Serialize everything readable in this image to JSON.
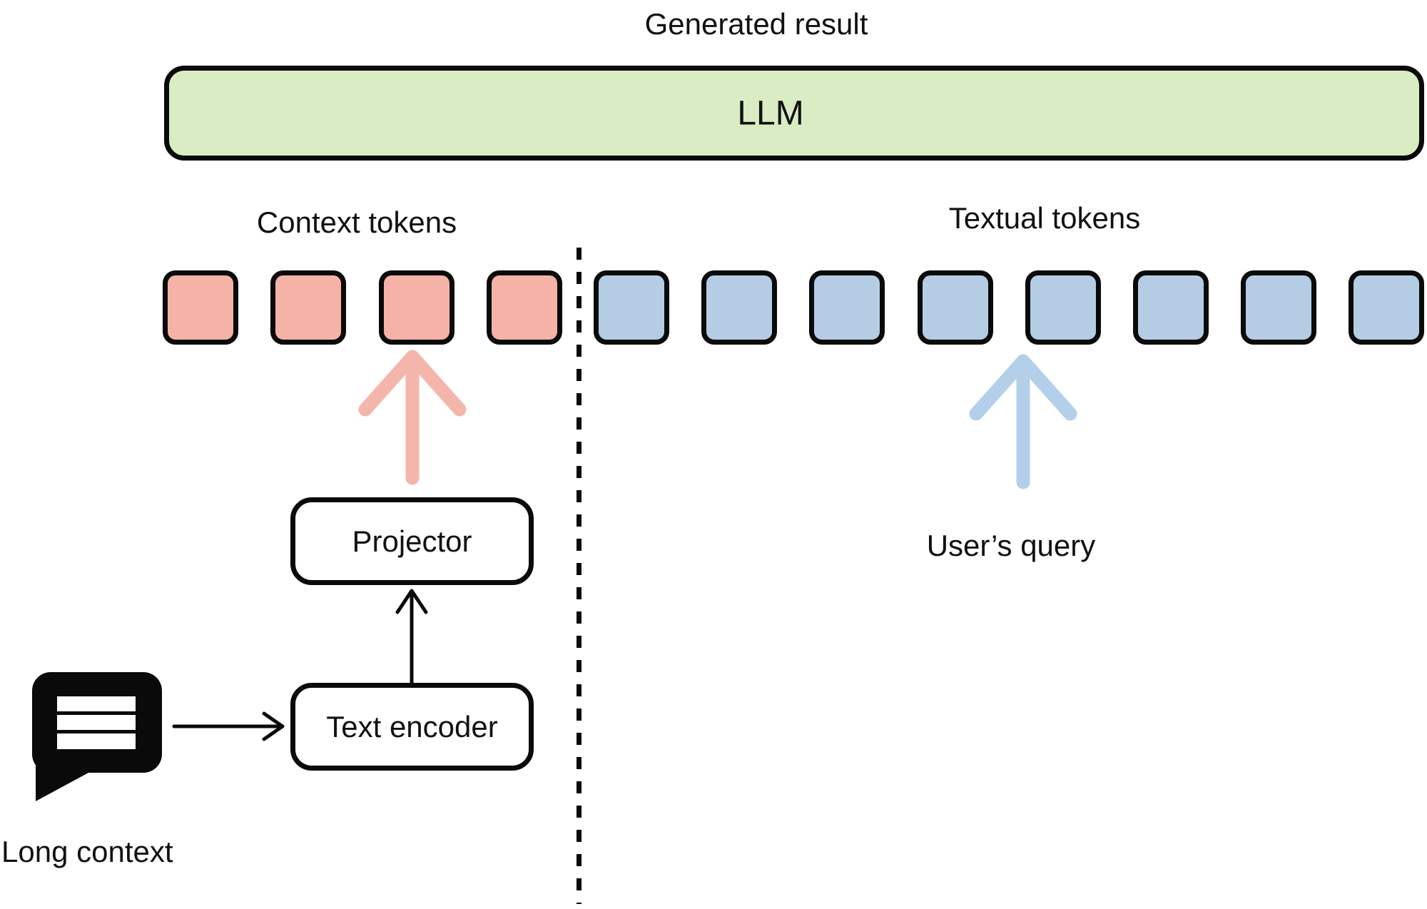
{
  "labels": {
    "generated_result": "Generated result",
    "user_query": "User’s query",
    "long_context": "Long context"
  },
  "llm": {
    "label": "LLM"
  },
  "boxes": {
    "projector": {
      "label": "Projector"
    },
    "text_encoder": {
      "label": "Text encoder"
    }
  },
  "token_groups": {
    "context": {
      "label": "Context tokens",
      "count": 4,
      "color_key": "context_token_fill",
      "token_name": "context-token"
    },
    "textual": {
      "label": "Textual tokens",
      "count": 8,
      "color_key": "textual_token_fill",
      "token_name": "textual-token"
    }
  },
  "icons": {
    "long_context": "speech-bubble-icon"
  },
  "colors": {
    "llm_fill": "#d9ecc3",
    "context_token_fill": "#f5b2a7",
    "textual_token_fill": "#b4cde5",
    "context_arrow": "#f4b6ab",
    "query_arrow": "#b3cfea",
    "outline": "#0a0a0a"
  }
}
